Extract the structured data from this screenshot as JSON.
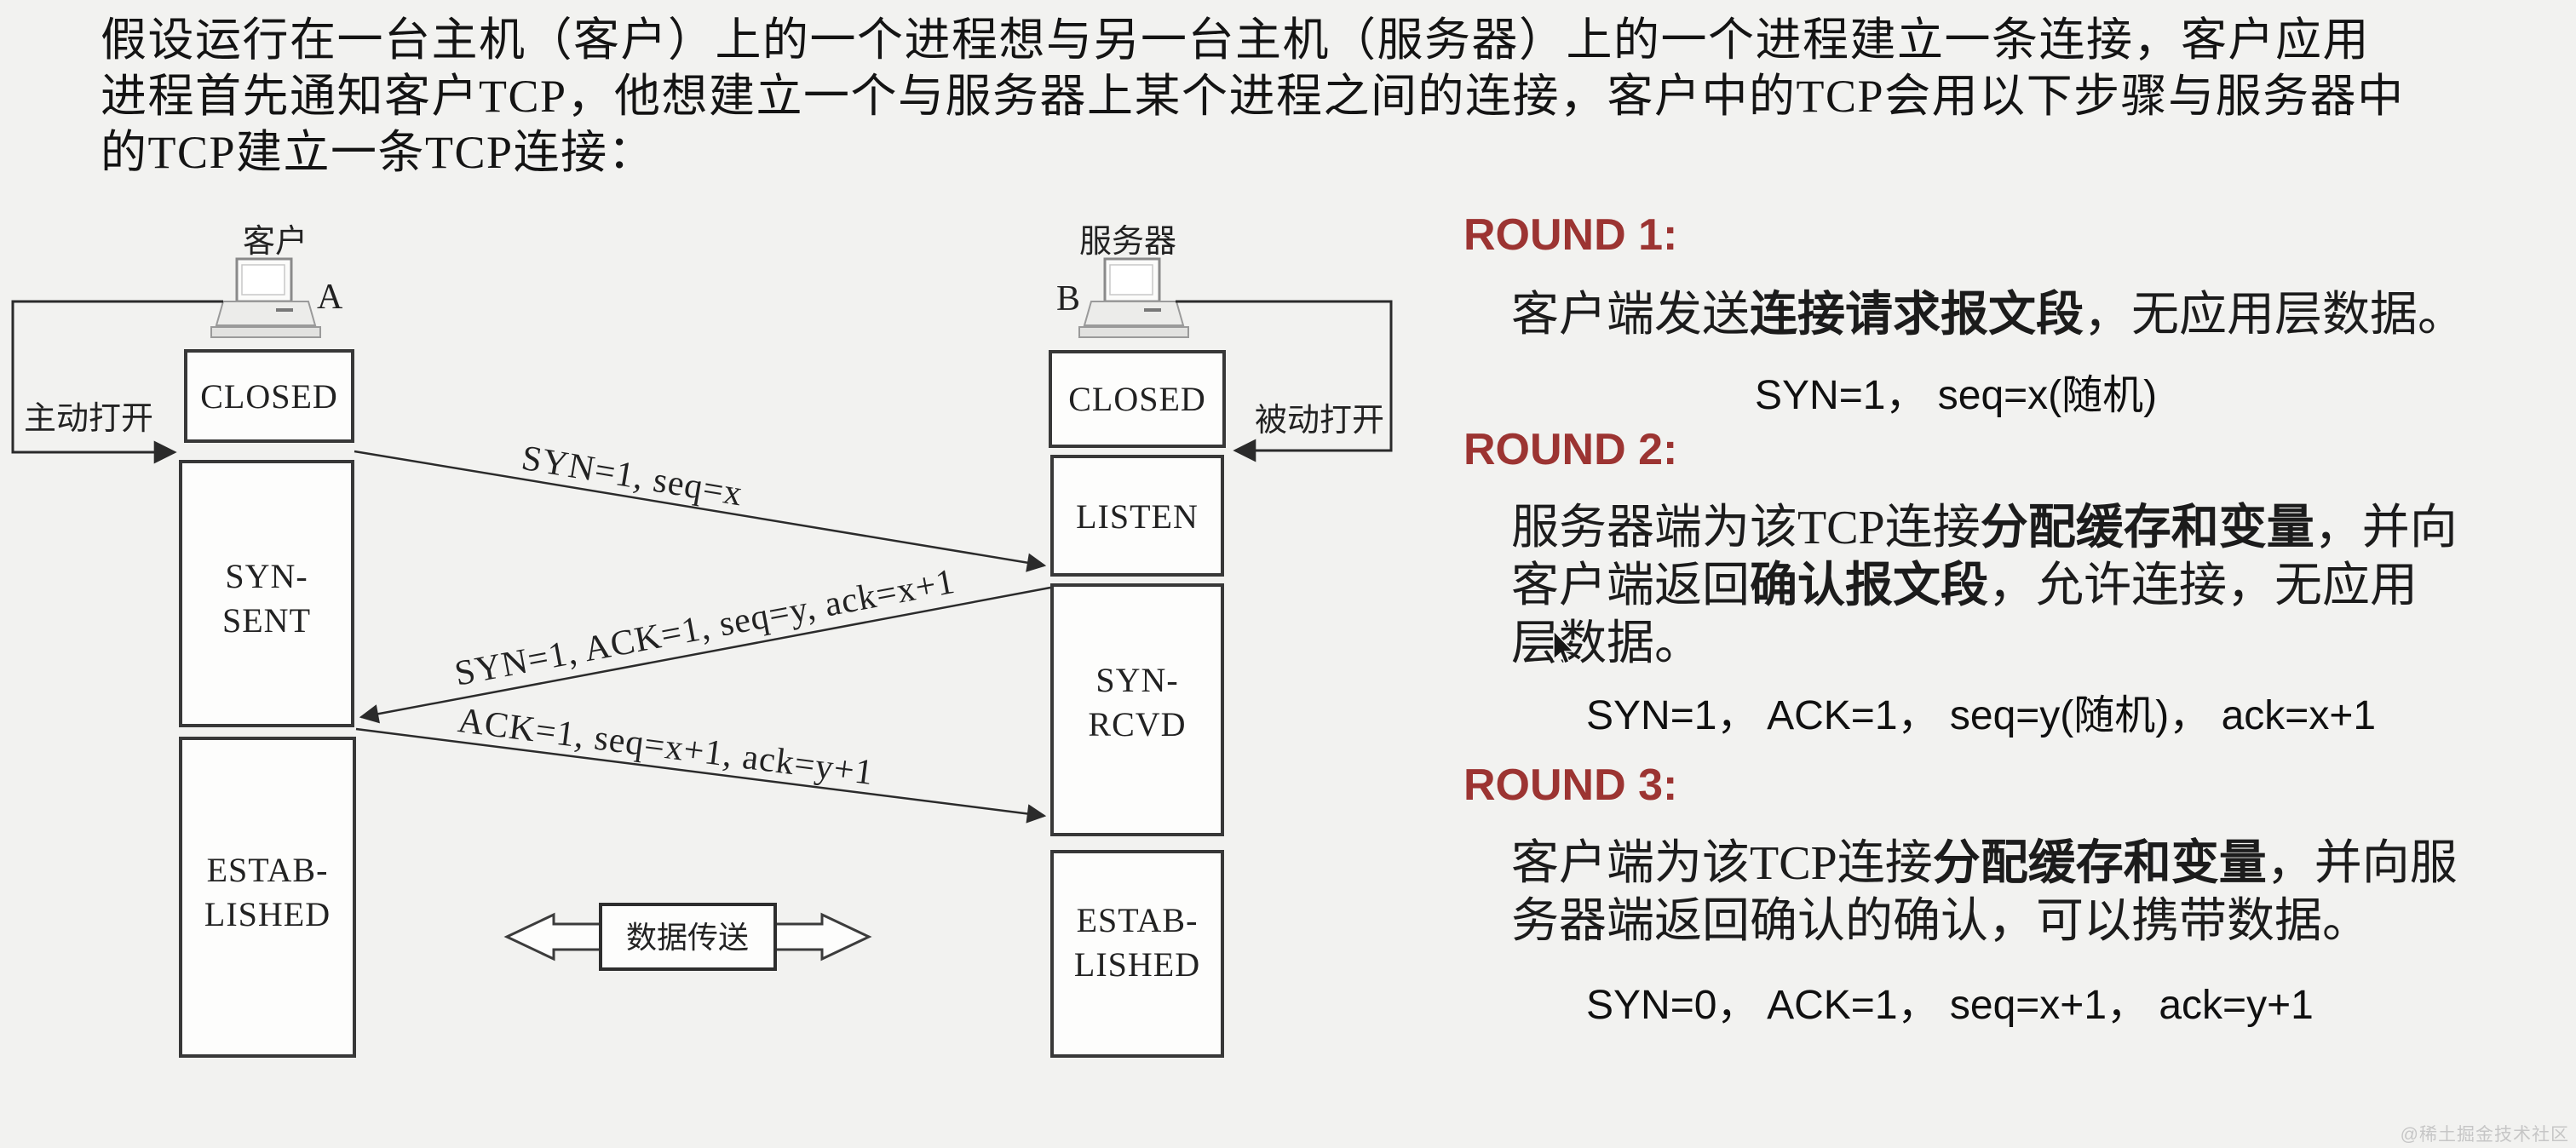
{
  "intro": {
    "lines": [
      "假设运行在一台主机（客户）上的一个进程想与另一台主机（服务器）上的一个进程建立一条连接，客户应用",
      "进程首先通知客户TCP，他想建立一个与服务器上某个进程之间的连接，客户中的TCP会用以下步骤与服务器中",
      "的TCP建立一条TCP连接："
    ]
  },
  "diagram": {
    "client": {
      "title": "客户",
      "node": "A",
      "open": "主动打开",
      "closed": "CLOSED",
      "syn_sent": [
        "SYN-",
        "SENT"
      ],
      "established": [
        "ESTAB-",
        "LISHED"
      ]
    },
    "server": {
      "title": "服务器",
      "node": "B",
      "open": "被动打开",
      "closed": "CLOSED",
      "listen": "LISTEN",
      "syn_rcvd": [
        "SYN-",
        "RCVD"
      ],
      "established": [
        "ESTAB-",
        "LISHED"
      ]
    },
    "messages": [
      "SYN=1, seq=x",
      "SYN=1, ACK=1, seq=y, ack=x+1",
      "ACK=1, seq=x+1, ack=y+1"
    ],
    "data_transfer": "数据传送"
  },
  "rounds": [
    {
      "heading": "ROUND 1:",
      "lines": [
        [
          "客户端发送",
          "连接请求报文段",
          "，无应用层数据。"
        ]
      ],
      "formula": "SYN=1， seq=x(随机)"
    },
    {
      "heading": "ROUND 2:",
      "lines": [
        [
          "服务器端为该TCP连接",
          "分配缓存和变量",
          "，并向"
        ],
        [
          "客户端返回",
          "确认报文段",
          "，允许连接，无应用"
        ],
        [
          "层数据。",
          "",
          ""
        ]
      ],
      "formula": "SYN=1， ACK=1， seq=y(随机)， ack=x+1"
    },
    {
      "heading": "ROUND 3:",
      "lines": [
        [
          "客户端为该TCP连接",
          "分配缓存和变量",
          "，并向服"
        ],
        [
          "务器端返回确认的确认，可以携带数据。",
          "",
          ""
        ]
      ],
      "formula": "SYN=0， ACK=1， seq=x+1， ack=y+1"
    }
  ],
  "watermark": "@稀土掘金技术社区"
}
